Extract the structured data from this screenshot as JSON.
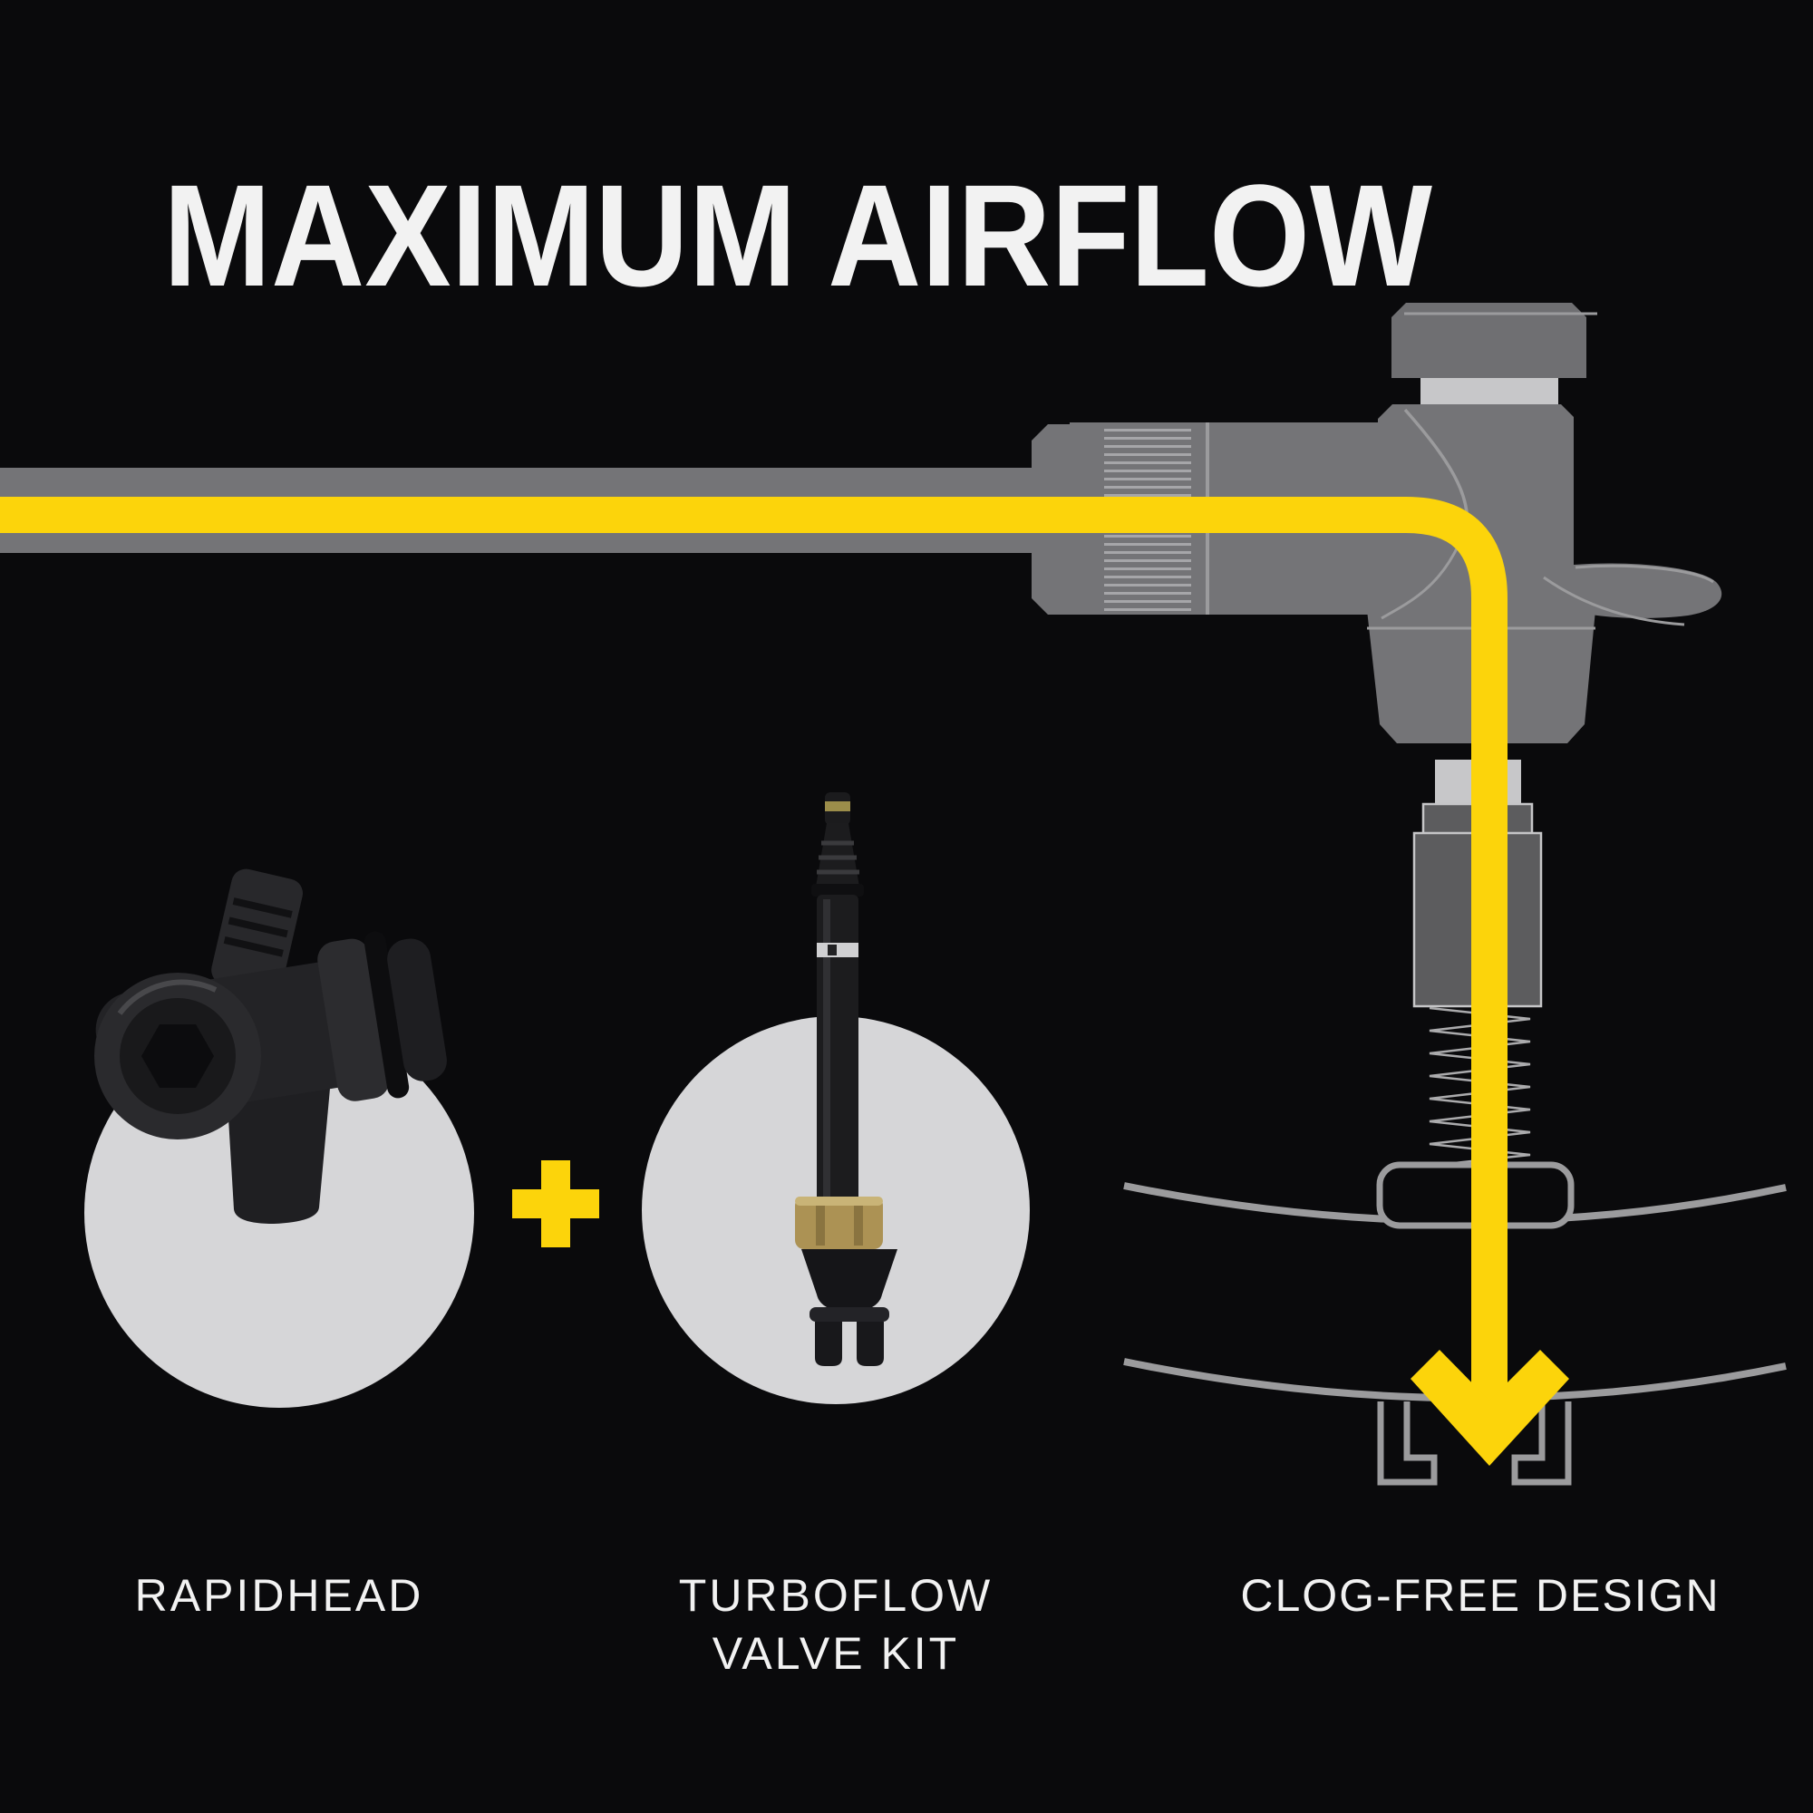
{
  "title": "MAXIMUM AIRFLOW",
  "labels": {
    "product1": "RAPIDHEAD",
    "product2_line1": "TURBOFLOW",
    "product2_line2": "VALVE KIT",
    "feature": "CLOG-FREE DESIGN"
  },
  "icons": {
    "plus": "plus-icon",
    "arrow": "down-arrow-icon"
  },
  "colors": {
    "background": "#0a0a0c",
    "accent_yellow": "#fcd40b",
    "illustration_gray": "#747477",
    "cap_gray": "#6f6f72",
    "illustration_gray_light": "#c7c7c9",
    "valve_gray": "#5c5c5e",
    "outline_gray": "#9b9b9d",
    "circle_gray": "#d6d6d8",
    "text": "#f2f2f2"
  }
}
